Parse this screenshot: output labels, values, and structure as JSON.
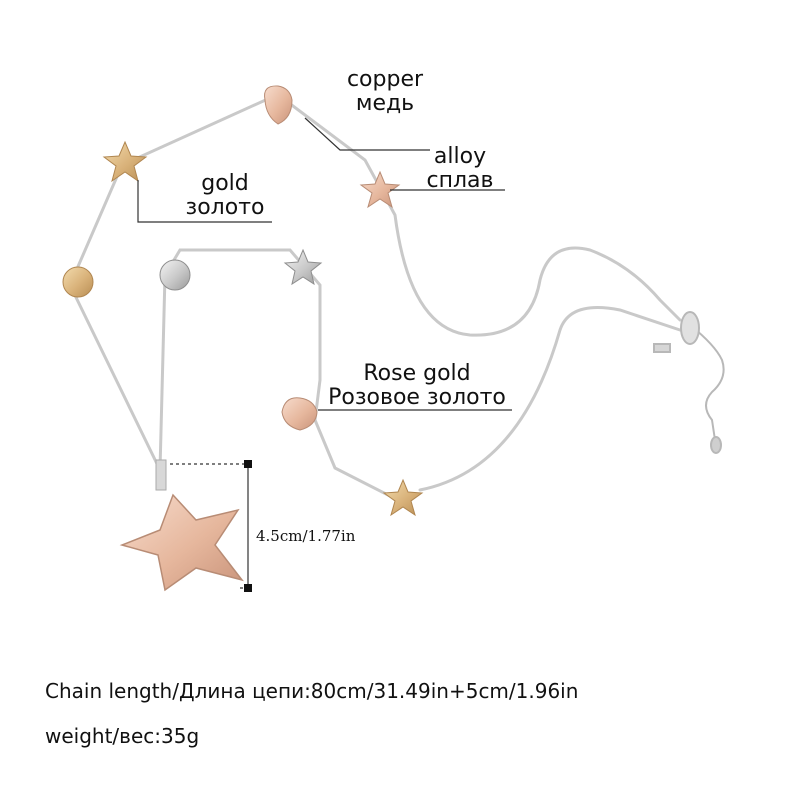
{
  "labels": {
    "copper": {
      "en": "copper",
      "ru": "медь"
    },
    "alloy": {
      "en": "alloy",
      "ru": "сплав"
    },
    "gold": {
      "en": "gold",
      "ru": "золото"
    },
    "rose_gold": {
      "en": "Rose gold",
      "ru": "Розовое золото"
    }
  },
  "dimension": "4.5cm/1.77in",
  "specs": {
    "chain_length": "Chain length/Длина цепи:80cm/31.49in+5cm/1.96in",
    "weight": "weight/вес:35g"
  },
  "colors": {
    "chain": "#c9c9c9",
    "gold": "#d9b27a",
    "rose_gold": "#e6b79d",
    "silver": "#c8c8c8",
    "leader_line": "#333333"
  }
}
